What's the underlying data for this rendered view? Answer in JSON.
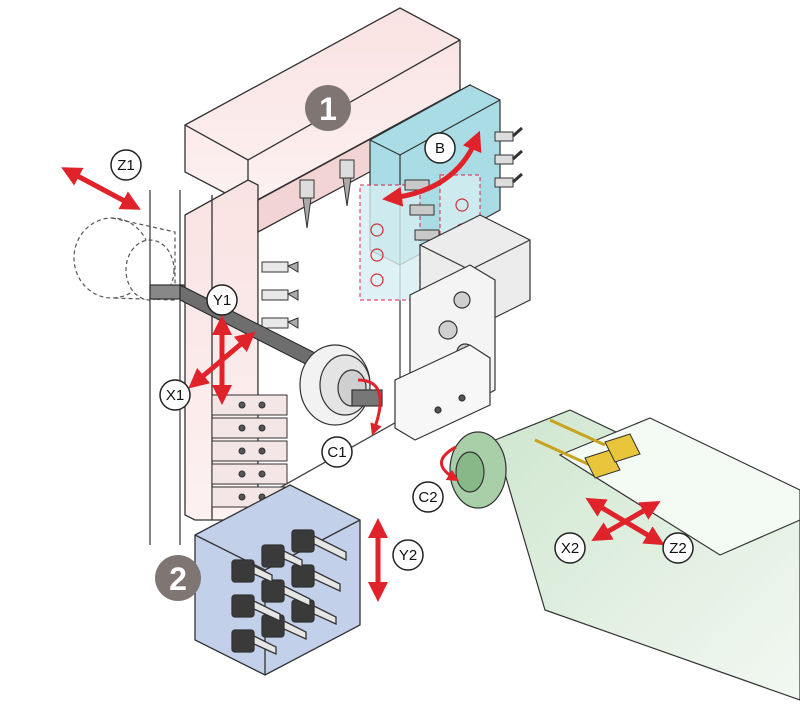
{
  "axes": {
    "z1": "Z1",
    "y1": "Y1",
    "x1": "X1",
    "c1": "C1",
    "b": "B",
    "c2": "C2",
    "y2": "Y2",
    "x2": "X2",
    "z2": "Z2"
  },
  "markers": {
    "upper_turret": "1",
    "lower_turret": "2"
  },
  "colors": {
    "upper_frame": "#f7dede",
    "upper_frame_stroke": "#333333",
    "b_head": "#a9dce4",
    "lower_block": "#c3d0ea",
    "spindle2": "#d5ead5",
    "spindle2_face": "#a8cfa8",
    "gold_tool": "#e8c53a",
    "arrow_red": "#e0222a",
    "marker_fill": "#7f7674",
    "label_circle": "#ffffff"
  }
}
